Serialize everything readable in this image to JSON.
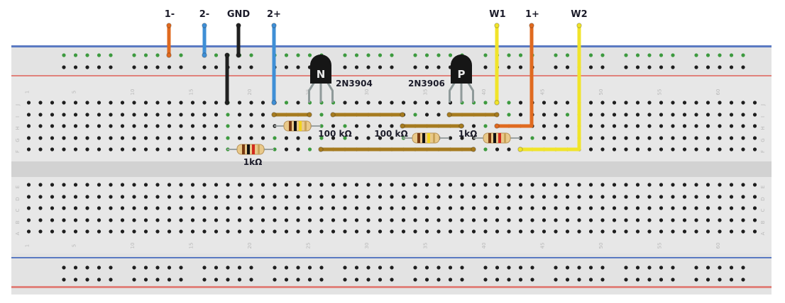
{
  "board": {
    "columns": 63,
    "column_number_labels": [
      "1",
      "5",
      "10",
      "15",
      "20",
      "25",
      "30",
      "35",
      "40",
      "45",
      "50",
      "55",
      "60"
    ],
    "top_row_labels": [
      "J",
      "I",
      "H",
      "G",
      "F"
    ],
    "bottom_row_labels": [
      "E",
      "D",
      "C",
      "B",
      "A"
    ],
    "colors": {
      "body": "#e3e3e3",
      "rail_blue": "#5b7ac2",
      "rail_red": "#e0827c",
      "hole": "#1e1e1e",
      "hole_connected": "#3d9a3f"
    }
  },
  "wire_labels": [
    {
      "id": "1-",
      "text": "1-"
    },
    {
      "id": "2-",
      "text": "2-"
    },
    {
      "id": "gnd",
      "text": "GND"
    },
    {
      "id": "2+",
      "text": "2+"
    },
    {
      "id": "w1",
      "text": "W1"
    },
    {
      "id": "1+",
      "text": "1+"
    },
    {
      "id": "w2",
      "text": "W2"
    }
  ],
  "wire_colors": {
    "orange": "#e06a1f",
    "blue": "#3f8fd6",
    "black": "#202020",
    "yellow": "#f1e42a",
    "brown": "#a67b1f"
  },
  "transistors": [
    {
      "id": "q1",
      "letter": "N",
      "part": "2N3904"
    },
    {
      "id": "q2",
      "letter": "P",
      "part": "2N3906"
    }
  ],
  "resistors": [
    {
      "id": "r1",
      "label": "1kΩ",
      "bands": [
        "#7a3a12",
        "#111111",
        "#d12a1f"
      ]
    },
    {
      "id": "r2",
      "label": "100 kΩ",
      "bands": [
        "#7a3a12",
        "#111111",
        "#f2d21c"
      ]
    },
    {
      "id": "r3",
      "label": "100 kΩ",
      "bands": [
        "#7a3a12",
        "#111111",
        "#f2d21c"
      ]
    },
    {
      "id": "r4",
      "label": "1kΩ",
      "bands": [
        "#7a3a12",
        "#111111",
        "#d12a1f"
      ]
    }
  ]
}
